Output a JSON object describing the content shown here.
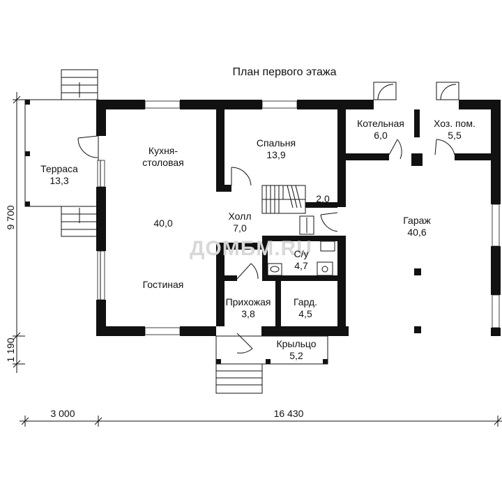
{
  "title": "План первого этажа",
  "watermark": "ДОМБМ.RU",
  "rooms": {
    "terrace": {
      "name": "Терраса",
      "area": "13,3"
    },
    "kitchen": {
      "name1": "Кухня-",
      "name2": "столовая"
    },
    "living_area": "40,0",
    "living": {
      "name": "Гостиная"
    },
    "bedroom": {
      "name": "Спальня",
      "area": "13,9"
    },
    "hall": {
      "name": "Холл",
      "area": "7,0"
    },
    "stair_area": "2,0",
    "boiler": {
      "name": "Котельная",
      "area": "6,0"
    },
    "utility": {
      "name": "Хоз. пом.",
      "area": "5,5"
    },
    "garage": {
      "name": "Гараж",
      "area": "40,6"
    },
    "wc": {
      "name": "С/у",
      "area": "4,7"
    },
    "entry": {
      "name": "Прихожая",
      "area": "3,8"
    },
    "wardrobe": {
      "name": "Гард.",
      "area": "4,5"
    },
    "porch": {
      "name": "Крыльцо",
      "area": "5,2"
    }
  },
  "dimensions": {
    "height_main": "9 700",
    "height_porch": "1 190",
    "width_terrace": "3 000",
    "width_main": "16 430"
  }
}
